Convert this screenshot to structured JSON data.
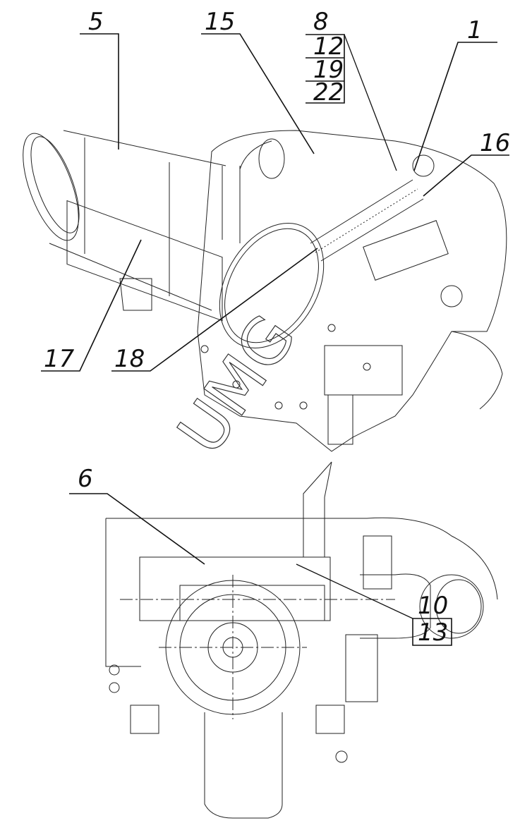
{
  "drawing": {
    "watermark": "UMG",
    "callouts": {
      "c5": "5",
      "c15": "15",
      "c8": "8",
      "c12": "12",
      "c19": "19",
      "c22": "22",
      "c1": "1",
      "c16": "16",
      "c17": "17",
      "c18": "18",
      "c6": "6",
      "c10": "10",
      "c13": "13"
    }
  }
}
